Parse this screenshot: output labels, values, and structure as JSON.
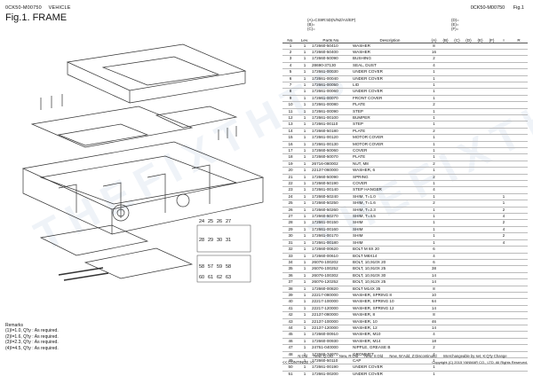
{
  "header": {
    "model": "0CK50-M00750",
    "section": "VEHICLE",
    "title": "Fig.1.  FRAME",
    "right_model": "0CK50-M00750",
    "right_fig": "Fig.1"
  },
  "codes": {
    "line_a": "(A)=CS9R:5D(N/NZ/AS/EP)",
    "line_b": "(B)=",
    "line_c": "(C)=",
    "line_d": "(D)=",
    "line_e": "(E)=",
    "line_f": "(F)="
  },
  "table": {
    "headers": {
      "no": "No.",
      "lev": "Lev.",
      "parts_no": "Parts No.",
      "description": "Description",
      "qty": "Q'ty",
      "a": "(A)",
      "b": "(B)",
      "c": "(C)",
      "d": "(D)",
      "e": "(E)",
      "f": "(F)",
      "i": "I",
      "r": "R"
    },
    "rows": [
      {
        "no": "1",
        "lev": "1",
        "pn": "172660-50410",
        "desc": "WASHER",
        "a": "8",
        "i": ""
      },
      {
        "no": "2",
        "lev": "1",
        "pn": "172660-50400",
        "desc": "WASHER",
        "a": "16",
        "i": ""
      },
      {
        "no": "3",
        "lev": "1",
        "pn": "172660-50090",
        "desc": "BUSHING",
        "a": "2",
        "i": ""
      },
      {
        "no": "4",
        "lev": "1",
        "pn": "28690-37130",
        "desc": "SEAL, DUST",
        "a": "4",
        "i": ""
      },
      {
        "no": "5",
        "lev": "1",
        "pn": "172661-00030",
        "desc": "UNDER COVER",
        "a": "1",
        "i": ""
      },
      {
        "no": "6",
        "lev": "1",
        "pn": "172661-00040",
        "desc": "UNDER COVER",
        "a": "1",
        "i": ""
      },
      {
        "no": "7",
        "lev": "1",
        "pn": "172661-00050",
        "desc": "LID",
        "a": "1",
        "i": ""
      },
      {
        "no": "8",
        "lev": "1",
        "pn": "172661-00060",
        "desc": "UNDER COVER",
        "a": "1",
        "i": ""
      },
      {
        "no": "9",
        "lev": "1",
        "pn": "172661-00070",
        "desc": "FRONT COVER",
        "a": "1",
        "i": ""
      },
      {
        "no": "10",
        "lev": "1",
        "pn": "172661-00080",
        "desc": "PLATE",
        "a": "2",
        "i": ""
      },
      {
        "no": "11",
        "lev": "1",
        "pn": "172661-00090",
        "desc": "STEP",
        "a": "1",
        "i": ""
      },
      {
        "no": "12",
        "lev": "1",
        "pn": "172661-00100",
        "desc": "BUMPER",
        "a": "1",
        "i": ""
      },
      {
        "no": "13",
        "lev": "1",
        "pn": "172661-00110",
        "desc": "STEP",
        "a": "1",
        "i": ""
      },
      {
        "no": "14",
        "lev": "1",
        "pn": "172660-50180",
        "desc": "PLATE",
        "a": "2",
        "i": ""
      },
      {
        "no": "15",
        "lev": "1",
        "pn": "172661-00120",
        "desc": "MOTOR COVER",
        "a": "1",
        "i": ""
      },
      {
        "no": "16",
        "lev": "1",
        "pn": "172661-00130",
        "desc": "MOTOR COVER",
        "a": "1",
        "i": ""
      },
      {
        "no": "17",
        "lev": "1",
        "pn": "172660-50060",
        "desc": "COVER",
        "a": "1",
        "i": ""
      },
      {
        "no": "18",
        "lev": "1",
        "pn": "172660-50070",
        "desc": "PLATE",
        "a": "1",
        "i": ""
      },
      {
        "no": "19",
        "lev": "1",
        "pn": "26716-080002",
        "desc": "NUT, M8",
        "a": "2",
        "i": ""
      },
      {
        "no": "20",
        "lev": "1",
        "pn": "22137-060000",
        "desc": "WASHER, 6",
        "a": "1",
        "i": ""
      },
      {
        "no": "21",
        "lev": "1",
        "pn": "172660-50090",
        "desc": "SPRING",
        "a": "2",
        "i": ""
      },
      {
        "no": "22",
        "lev": "1",
        "pn": "172660-50190",
        "desc": "COVER",
        "a": "1",
        "i": ""
      },
      {
        "no": "23",
        "lev": "1",
        "pn": "172661-00140",
        "desc": "STEP HANGER",
        "a": "4",
        "i": ""
      },
      {
        "no": "24",
        "lev": "1",
        "pn": "172660-50240",
        "desc": "SHIM, T=1.0",
        "a": "1",
        "i": "1"
      },
      {
        "no": "25",
        "lev": "1",
        "pn": "172660-50250",
        "desc": "SHIM, T=1.6",
        "a": "2",
        "i": "1"
      },
      {
        "no": "26",
        "lev": "1",
        "pn": "172660-50260",
        "desc": "SHIM, T=2.3",
        "a": "1",
        "i": "2"
      },
      {
        "no": "27",
        "lev": "1",
        "pn": "172660-50270",
        "desc": "SHIM, T=4.5",
        "a": "1",
        "i": "4"
      },
      {
        "no": "28",
        "lev": "1",
        "pn": "172661-00150",
        "desc": "SHIM",
        "a": "1",
        "i": "2"
      },
      {
        "no": "29",
        "lev": "1",
        "pn": "172661-00160",
        "desc": "SHIM",
        "a": "1",
        "i": "4"
      },
      {
        "no": "30",
        "lev": "1",
        "pn": "172661-00170",
        "desc": "SHIM",
        "a": "1",
        "i": "2"
      },
      {
        "no": "31",
        "lev": "1",
        "pn": "172661-00180",
        "desc": "SHIM",
        "a": "1",
        "i": "4"
      },
      {
        "no": "32",
        "lev": "1",
        "pn": "172660-00620",
        "desc": "BOLT M 8X 20",
        "a": "6",
        "i": ""
      },
      {
        "no": "33",
        "lev": "1",
        "pn": "172660-00610",
        "desc": "BOLT M8X14",
        "a": "4",
        "i": ""
      },
      {
        "no": "34",
        "lev": "1",
        "pn": "26076-100202",
        "desc": "BOLT, 10,910X 20",
        "a": "6",
        "i": ""
      },
      {
        "no": "35",
        "lev": "1",
        "pn": "26076-100252",
        "desc": "BOLT, 10,910X 25",
        "a": "38",
        "i": ""
      },
      {
        "no": "36",
        "lev": "1",
        "pn": "26076-100302",
        "desc": "BOLT, 10,910X 30",
        "a": "14",
        "i": ""
      },
      {
        "no": "37",
        "lev": "1",
        "pn": "26076-120252",
        "desc": "BOLT, 10,912X 25",
        "a": "14",
        "i": ""
      },
      {
        "no": "38",
        "lev": "1",
        "pn": "172660-00820",
        "desc": "BOLT M14X 35",
        "a": "8",
        "i": ""
      },
      {
        "no": "39",
        "lev": "1",
        "pn": "22217-080000",
        "desc": "WASHER, SPRING  8",
        "a": "10",
        "i": ""
      },
      {
        "no": "40",
        "lev": "1",
        "pn": "22217-100000",
        "desc": "WASHER, SPRING 10",
        "a": "64",
        "i": ""
      },
      {
        "no": "41",
        "lev": "1",
        "pn": "22217-120000",
        "desc": "WASHER, SPRING 12",
        "a": "14",
        "i": ""
      },
      {
        "no": "42",
        "lev": "1",
        "pn": "22137-080000",
        "desc": "WASHER,  8",
        "a": "8",
        "i": ""
      },
      {
        "no": "43",
        "lev": "1",
        "pn": "22137-100000",
        "desc": "WASHER, 10",
        "a": "46",
        "i": ""
      },
      {
        "no": "44",
        "lev": "1",
        "pn": "22137-120000",
        "desc": "WASHER, 12",
        "a": "14",
        "i": ""
      },
      {
        "no": "45",
        "lev": "1",
        "pn": "172660-00910",
        "desc": "WASHER, M10",
        "a": "4",
        "i": ""
      },
      {
        "no": "46",
        "lev": "1",
        "pn": "172660-00930",
        "desc": "WASHER, M14",
        "a": "18",
        "i": ""
      },
      {
        "no": "47",
        "lev": "1",
        "pn": "24761-040000",
        "desc": "NIPPLE, GREASE B",
        "a": "2",
        "i": ""
      },
      {
        "no": "48",
        "lev": "1",
        "pn": "172660-74070",
        "desc": "GROMMET",
        "a": "4",
        "i": ""
      },
      {
        "no": "49",
        "lev": "1",
        "pn": "172660-50110",
        "desc": "CAP",
        "a": "1",
        "i": ""
      },
      {
        "no": "50",
        "lev": "1",
        "pn": "172661-00190",
        "desc": "UNDER COVER",
        "a": "1",
        "i": ""
      },
      {
        "no": "51",
        "lev": "1",
        "pn": "172661-00200",
        "desc": "UNDER COVER",
        "a": "1",
        "i": ""
      }
    ]
  },
  "remarks": {
    "title": "Remarks",
    "lines": [
      "(1)I=1.0, Q'ty : As required.",
      "(2)I=1.6, Q'ty : As required.",
      "(3)I=2.3, Q'ty : As required.",
      "(4)I=4.5, Q'ty : As required."
    ]
  },
  "diagram_callouts": {
    "inset_a": [
      "24",
      "25",
      "26",
      "27"
    ],
    "inset_b": [
      "28",
      "29",
      "30",
      "31"
    ],
    "inset_c": [
      "58",
      "57",
      "59",
      "58"
    ],
    "inset_d": [
      "60",
      "61",
      "62",
      "63"
    ]
  },
  "legend": {
    "n_old": "N:Old",
    "n_new": "New, Q:Old",
    "q_new": "New, R:Old",
    "r_new": "New, S:Old",
    "s_new": "New, W:Add, Z:Discontinued",
    "interchange": "Interchangeable by set, K:Q'ty Change"
  },
  "footer": {
    "continue": "<< CONTINUE >>",
    "copyright": "Copyright (C) 2015 YANMAR CO., LTD. All Rights Reserved."
  },
  "watermark": "THEFIXTHTS"
}
